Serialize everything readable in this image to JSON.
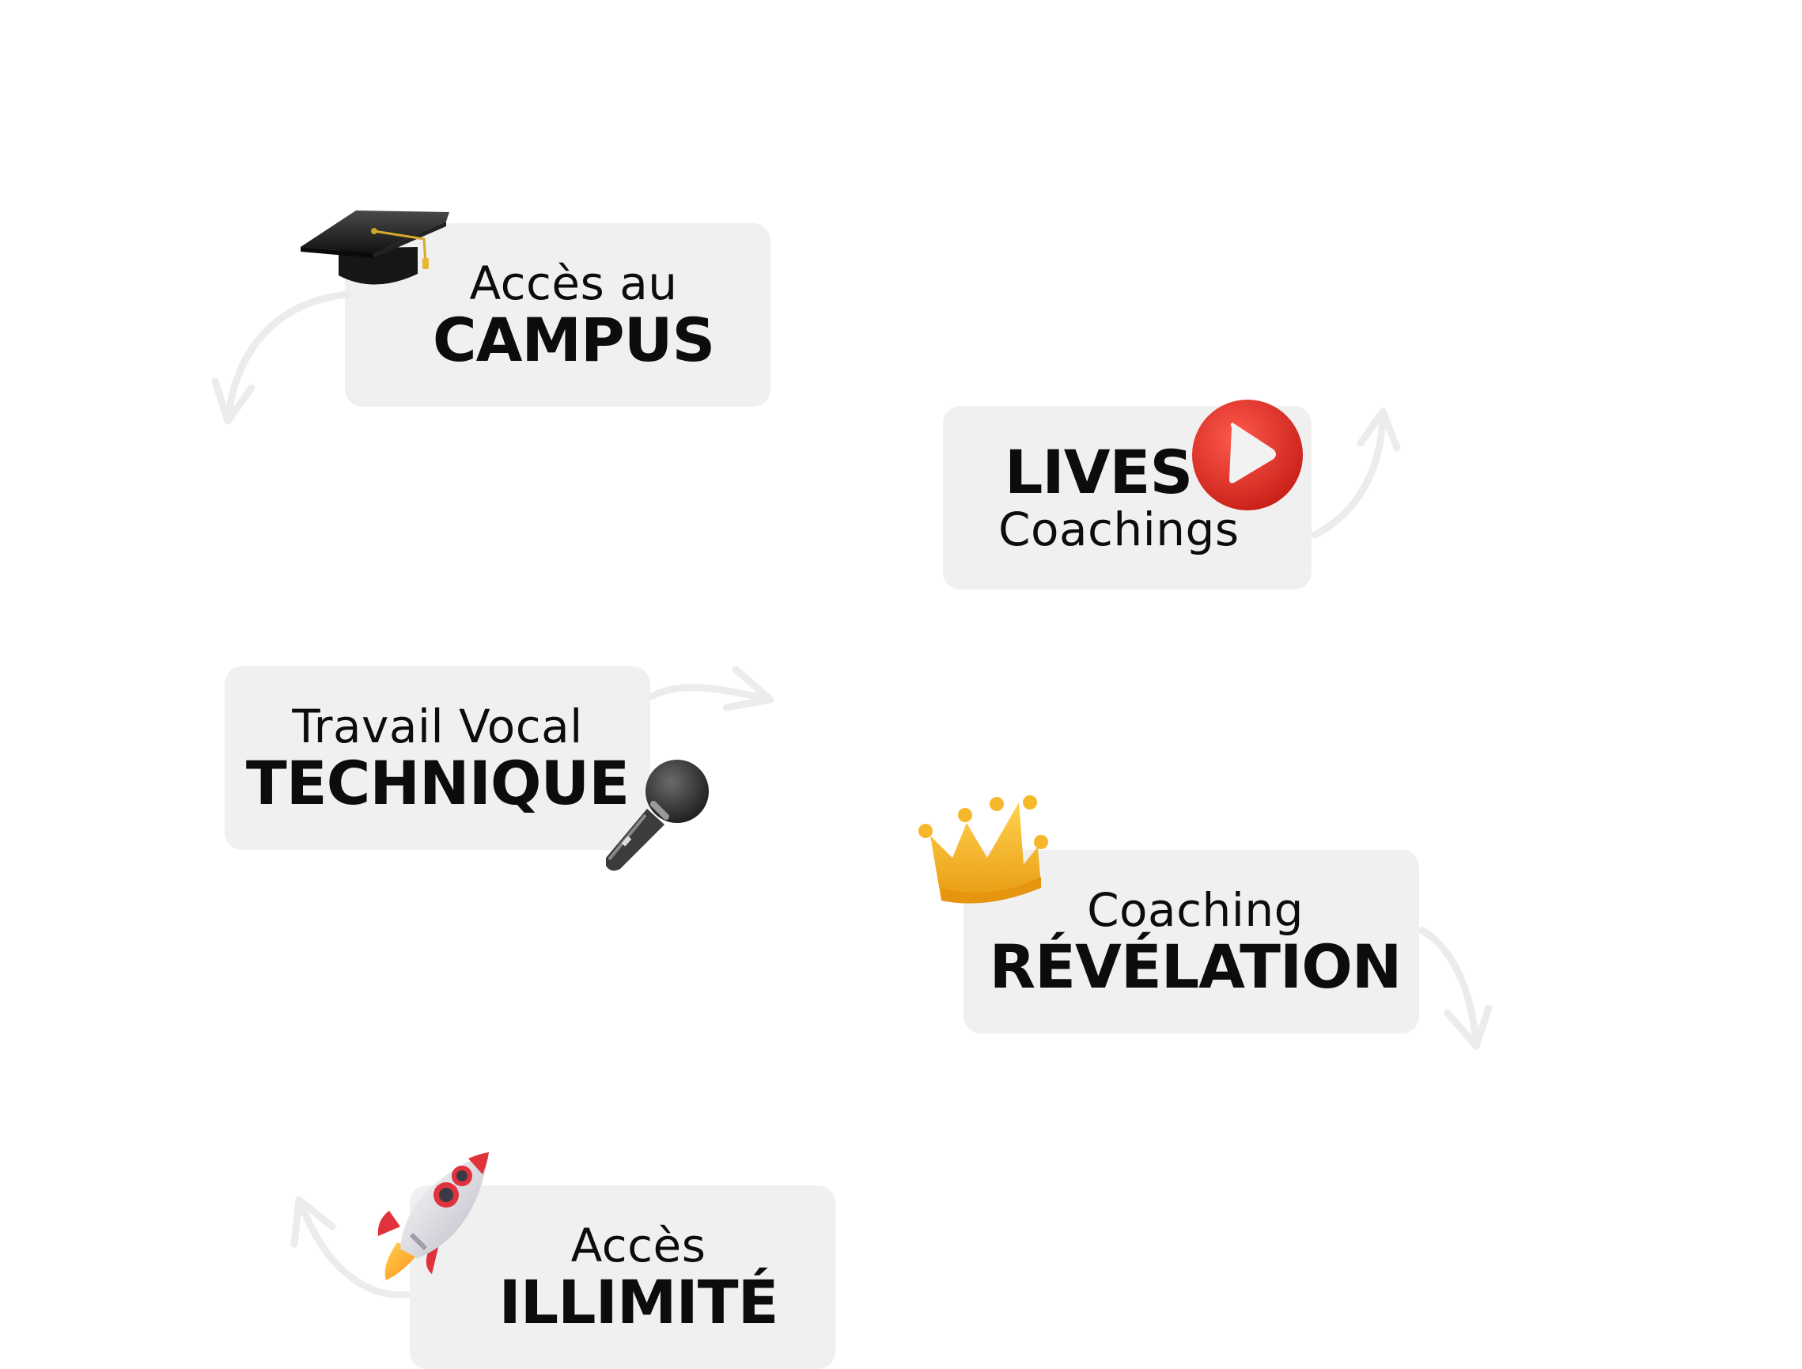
{
  "cards": {
    "campus": {
      "line1": "Accès au",
      "line2": "CAMPUS"
    },
    "lives": {
      "line1": "LIVES",
      "line2": "Coachings"
    },
    "technique": {
      "line1": "Travail Vocal",
      "line2": "TECHNIQUE"
    },
    "revelation": {
      "line1": "Coaching",
      "line2": "RÉVÉLATION"
    },
    "illimite": {
      "line1": "Accès",
      "line2": "ILLIMITÉ"
    }
  },
  "icons": [
    "graduation-cap-icon",
    "play-button-icon",
    "microphone-icon",
    "crown-icon",
    "rocket-icon"
  ],
  "colors": {
    "card_bg": "#f0f0f0",
    "text": "#0c0c0c",
    "arrow": "#ececec",
    "play_red": "#e8352a",
    "crown_gold": "#f5b324",
    "rocket_red": "#e0323c"
  }
}
